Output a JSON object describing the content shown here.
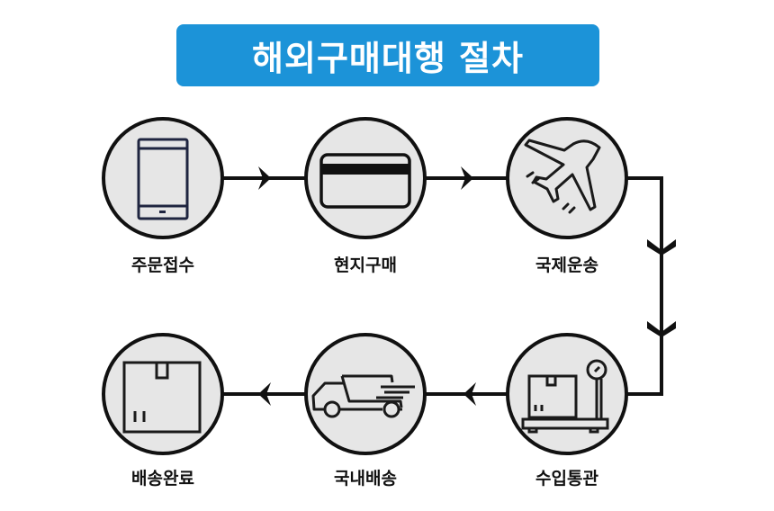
{
  "title": "해외구매대행 절차",
  "colors": {
    "title_bg": "#1c93d8",
    "circle_fill": "#e6e6e6",
    "line": "#111111",
    "icon_stroke": "#1a1a1a",
    "phone_icon_stroke": "#1f2540"
  },
  "steps": [
    {
      "label": "주문접수",
      "icon": "tablet-icon"
    },
    {
      "label": "현지구매",
      "icon": "credit-card-icon"
    },
    {
      "label": "국제운송",
      "icon": "airplane-icon"
    },
    {
      "label": "수입통관",
      "icon": "scale-box-icon"
    },
    {
      "label": "국내배송",
      "icon": "delivery-truck-icon"
    },
    {
      "label": "배송완료",
      "icon": "package-box-icon"
    }
  ]
}
